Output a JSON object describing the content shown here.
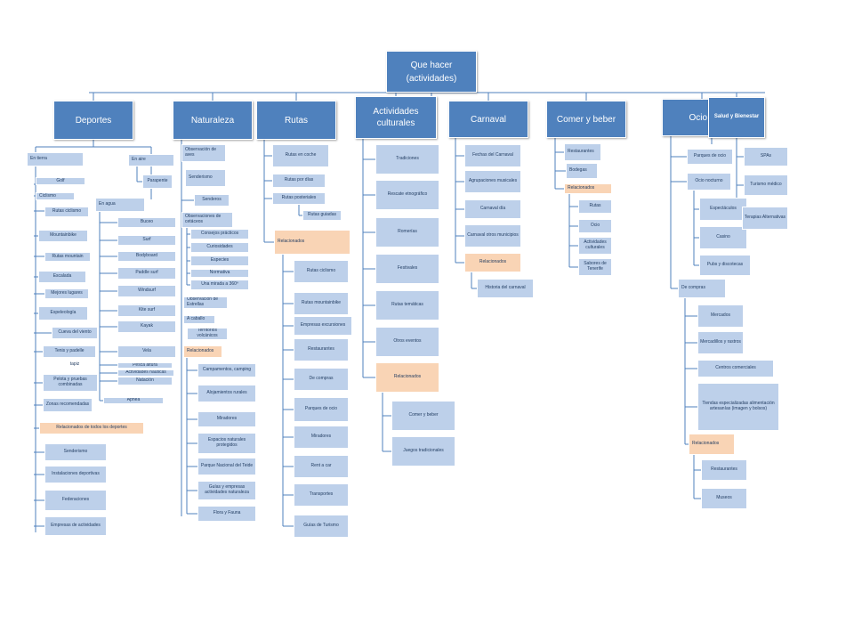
{
  "root": {
    "label": "Que hacer\n(actividades)"
  },
  "categories": {
    "deportes": "Deportes",
    "naturaleza": "Naturaleza",
    "rutas": "Rutas",
    "actividades_culturales": "Actividades culturales",
    "carnaval": "Carnaval",
    "comer_beber": "Comer y beber",
    "ocio": "Ocio",
    "salud": "Salud y Bienestar"
  },
  "deportes": {
    "en_tierra": "En tierra",
    "golf": "Golf",
    "ciclismo": "Ciclismo",
    "rutas_ciclismo": "Rutas ciclismo",
    "mountainbike": "Mountainbike",
    "rutas_mountain": "Rutas mountain",
    "escalada": "Escalada",
    "mejores_lugares": "Mejores lugares",
    "espeleologia": "Espeleología",
    "cueva_viento": "Cueva del viento",
    "tenis": "Tenis y padelle",
    "tenis_tag": "tapiz",
    "pelota": "Pelota y pruebas combinadas",
    "zonas": "Zonas recomendadas",
    "relacionados": "Relacionados de todos los deportes",
    "senderismo": "Senderismo",
    "instalaciones": "Instalaciones deportivas",
    "federaciones": "Federaciones",
    "empresas": "Empresas de actividades",
    "en_aire": "En aire",
    "parapente": "Parapente",
    "en_agua": "En agua",
    "buceo": "Buceo",
    "surf": "Surf",
    "bodyboard": "Bodyboard",
    "paddle_surf": "Paddle surf",
    "windsurf": "Windsurf",
    "kite_surf": "Kite surf",
    "kayak": "Kayak",
    "vela": "Vela",
    "pesca": "Pesca altura",
    "actividades_nauticas": "Actividades náuticas",
    "natacion": "Natación",
    "apnea": "Apnea"
  },
  "naturaleza": {
    "observacion_aves": "Observación de aves",
    "senderismo": "Senderismo",
    "senderos": "Senderos",
    "observacion_cetaceos": "Observaciones de cetáceos",
    "consejos": "Consejos prácticos",
    "curiosidades": "Curiosidades",
    "especies": "Especies",
    "normativa": "Normativa",
    "una_mirada": "Una mirada a 360º",
    "estrellas": "Observación de Estrellas",
    "caballo": "A caballo",
    "territorios": "Territorios volcánicos",
    "relacionados": "Relacionados",
    "campamentos": "Campamentos, camping",
    "alojamientos": "Alojamientos rurales",
    "miradores": "Miradores",
    "espacios": "Espacios naturales protegidos",
    "parque_teide": "Parque Nacional del Teide",
    "guias": "Guías y empresas actividades naturaleza",
    "flora": "Flora y Fauna"
  },
  "rutas": {
    "coche": "Rutas en coche",
    "dias": "Rutas por días",
    "posteriales": "Rutas posteriales",
    "guiadas": "Rutas guiadas",
    "relacionados": "Relacionados",
    "ciclismo": "Rutas ciclismo",
    "mountainbike": "Rutas mountainbike",
    "empresas": "Empresas excursiones",
    "restaurantes": "Restaurantes",
    "compras": "De compras",
    "parques": "Parques de ocio",
    "miradores": "Miradores",
    "rent": "Rent a car",
    "transportes": "Transportes",
    "guias": "Guías de Turismo"
  },
  "culturales": {
    "tradiciones": "Tradiciones",
    "etnografico": "Rescate etnográfico",
    "romerias": "Romerías",
    "festivales": "Festivales",
    "tematicas": "Rutas temáticas",
    "otros": "Otros eventos",
    "relacionados": "Relacionados",
    "comer": "Comer y beber",
    "juegos": "Juegos tradicionales"
  },
  "carnaval": {
    "fechas": "Fechas del Carnaval",
    "agrupaciones": "Agrupaciones musicales",
    "dia": "Carnaval día",
    "otros": "Carnaval otros municipios",
    "relacionados": "Relacionados",
    "historia": "Historia del carnaval"
  },
  "comer": {
    "restaurantes": "Restaurantes",
    "bodegas": "Bodegas",
    "relacionados": "Relacionados",
    "rutas": "Rutas",
    "ocio": "Ocio",
    "actividades": "Actividades culturales",
    "sabores": "Sabores de Tenerife"
  },
  "ocio": {
    "parques": "Parques de ocio",
    "nocturno": "Ocio nocturno",
    "espectaculos": "Espectáculos",
    "casino": "Casino",
    "pubs": "Pubs y discotecas",
    "compras": "De compras",
    "mercados": "Mercados",
    "mercadillos": "Mercadillos y rastros",
    "centros": "Centros comerciales",
    "tiendas": "Tiendas especializadas alimentación artesanías (imagen y bolsos)",
    "relacionados": "Relacionados",
    "restaurantes": "Restaurantes",
    "museos": "Museos"
  },
  "salud": {
    "spas": "SPAs",
    "medico": "Turismo médico",
    "terapias": "Terapias Alternativas"
  },
  "colors": {
    "top": "#4f81bd",
    "child": "#bdd0ea",
    "highlight": "#f9d4b5",
    "text": "#1f3a5f",
    "line": "#4f81bd"
  }
}
